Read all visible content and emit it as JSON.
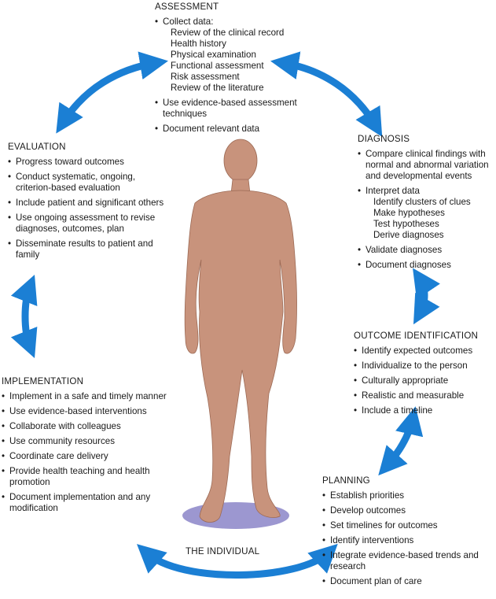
{
  "colors": {
    "arrow": "#1b7fd4",
    "figure": "#c8937c",
    "shadow": "#7b74c0"
  },
  "assessment": {
    "heading": "ASSESSMENT",
    "items": [
      {
        "text": "Collect data:",
        "sub": [
          "Review of the clinical record",
          "Health history",
          "Physical examination",
          "Functional assessment",
          "Risk assessment",
          "Review of the literature"
        ]
      },
      {
        "text": "Use evidence-based assessment techniques"
      },
      {
        "text": "Document relevant data"
      }
    ]
  },
  "evaluation": {
    "heading": "EVALUATION",
    "items": [
      {
        "text": "Progress toward outcomes"
      },
      {
        "text": "Conduct systematic, ongoing, criterion-based evaluation"
      },
      {
        "text": "Include patient and significant others"
      },
      {
        "text": "Use ongoing assessment to revise diagnoses, outcomes, plan"
      },
      {
        "text": "Disseminate results to patient and family"
      }
    ]
  },
  "diagnosis": {
    "heading": "DIAGNOSIS",
    "items": [
      {
        "text": "Compare clinical findings with normal and abnormal variation and developmental events"
      },
      {
        "text": "Interpret data",
        "sub": [
          "Identify clusters of clues",
          "Make hypotheses",
          "Test hypotheses",
          "Derive diagnoses"
        ]
      },
      {
        "text": "Validate diagnoses"
      },
      {
        "text": "Document diagnoses"
      }
    ]
  },
  "outcome": {
    "heading": "OUTCOME IDENTIFICATION",
    "items": [
      {
        "text": "Identify expected outcomes"
      },
      {
        "text": "Individualize to the person"
      },
      {
        "text": "Culturally appropriate"
      },
      {
        "text": "Realistic and measurable"
      },
      {
        "text": "Include a timeline"
      }
    ]
  },
  "implementation": {
    "heading": "IMPLEMENTATION",
    "items": [
      {
        "text": "Implement in a safe and timely manner"
      },
      {
        "text": "Use evidence-based interventions"
      },
      {
        "text": "Collaborate with colleagues"
      },
      {
        "text": "Use community resources"
      },
      {
        "text": "Coordinate care delivery"
      },
      {
        "text": "Provide health teaching and health promotion"
      },
      {
        "text": "Document implementation and any modification"
      }
    ]
  },
  "planning": {
    "heading": "PLANNING",
    "items": [
      {
        "text": "Establish priorities"
      },
      {
        "text": "Develop outcomes"
      },
      {
        "text": "Set timelines for outcomes"
      },
      {
        "text": "Identify interventions"
      },
      {
        "text": "Integrate evidence-based trends and research"
      },
      {
        "text": "Document plan of care"
      }
    ]
  },
  "center_label": "THE INDIVIDUAL"
}
